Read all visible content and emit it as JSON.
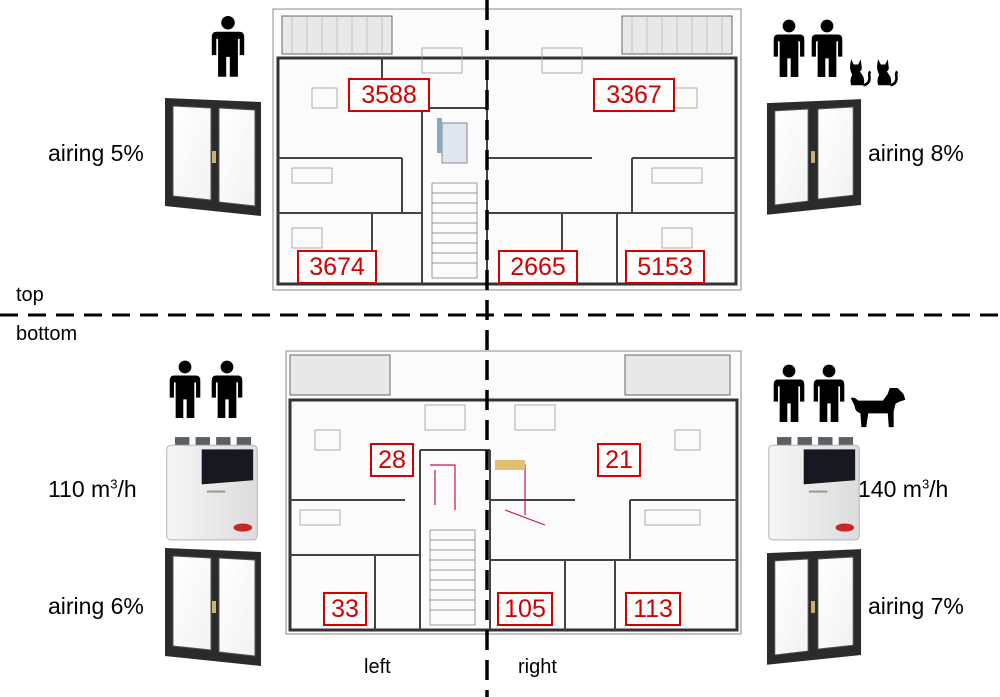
{
  "labels": {
    "top": "top",
    "bottom": "bottom",
    "left": "left",
    "right": "right"
  },
  "top_left": {
    "airing": "airing 5%",
    "occupants": 1,
    "value_large": "3588",
    "value_small": "3674"
  },
  "top_right": {
    "airing": "airing 8%",
    "occupants": 2,
    "cats": 2,
    "value_large": "3367",
    "value_small_left": "2665",
    "value_small_right": "5153"
  },
  "bottom_left": {
    "airflow_value": "110 m",
    "airflow_exp": "3",
    "airflow_unit": "/h",
    "airing": "airing 6%",
    "occupants": 2,
    "value_large": "28",
    "value_small": "33"
  },
  "bottom_right": {
    "airflow_value": "140 m",
    "airflow_exp": "3",
    "airflow_unit": "/h",
    "airing": "airing 7%",
    "occupants": 2,
    "dogs": 1,
    "value_large": "21",
    "value_small_left": "105",
    "value_small_right": "113"
  },
  "colors": {
    "box_border": "#d40000",
    "box_text": "#d40000",
    "divider": "#000000"
  }
}
